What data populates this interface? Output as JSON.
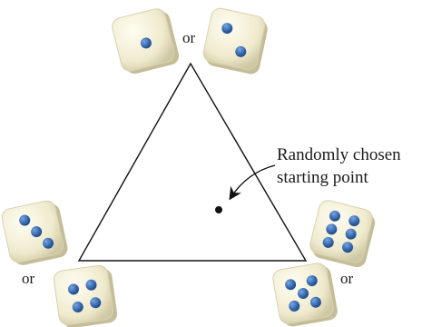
{
  "caption": {
    "line1": "Randomly chosen",
    "line2": "starting point"
  },
  "connectors": {
    "top": "or",
    "bottom_left": "or",
    "bottom_right": "or"
  },
  "dice": [
    {
      "position": "top-left",
      "pips": 1
    },
    {
      "position": "top-right",
      "pips": 2
    },
    {
      "position": "bottom-left-upper",
      "pips": 3
    },
    {
      "position": "bottom-left-lower",
      "pips": 4
    },
    {
      "position": "bottom-right-upper",
      "pips": 6
    },
    {
      "position": "bottom-right-lower",
      "pips": 5
    }
  ],
  "colors": {
    "die_face": "#f4f1e1",
    "die_shadow": "#c9c4a8",
    "pip": "#3b6db3",
    "line": "#111111"
  },
  "icons": [
    "die-icon",
    "curved-arrow-icon",
    "starting-point-dot-icon"
  ]
}
